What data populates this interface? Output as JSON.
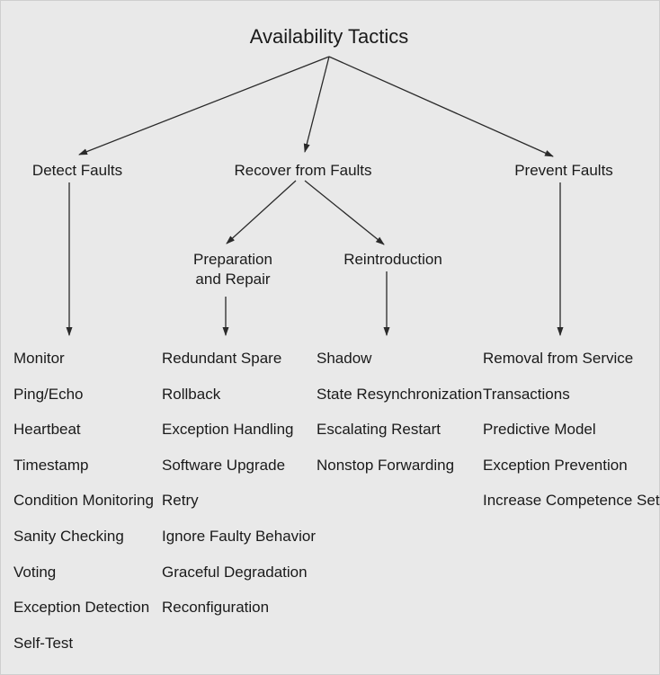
{
  "diagram": {
    "root": "Availability Tactics",
    "categories": {
      "detect": "Detect Faults",
      "recover": "Recover from Faults",
      "prevent": "Prevent Faults"
    },
    "subcategories": {
      "preparation_line1": "Preparation",
      "preparation_line2": "and Repair",
      "reintroduction": "Reintroduction"
    },
    "lists": {
      "detect": [
        "Monitor",
        "Ping/Echo",
        "Heartbeat",
        "Timestamp",
        "Condition Monitoring",
        "Sanity Checking",
        "Voting",
        "Exception Detection",
        "Self-Test"
      ],
      "preparation": [
        "Redundant Spare",
        "Rollback",
        "Exception Handling",
        "Software Upgrade",
        "Retry",
        "Ignore Faulty Behavior",
        "Graceful Degradation",
        "Reconfiguration"
      ],
      "reintroduction": [
        "Shadow",
        "State Resynchronization",
        "Escalating Restart",
        "Nonstop Forwarding"
      ],
      "prevent": [
        "Removal from Service",
        "Transactions",
        "Predictive Model",
        "Exception Prevention",
        "Increase Competence Set"
      ]
    },
    "colors": {
      "background": "#e9e9e9",
      "line": "#2a2a2a",
      "text": "#1a1a1a"
    }
  }
}
